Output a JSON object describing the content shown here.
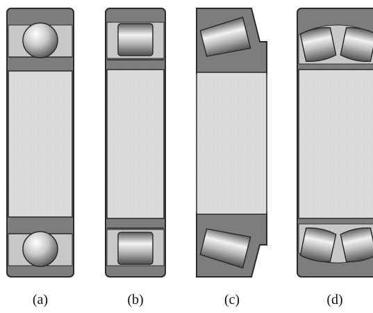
{
  "figure": {
    "panels": [
      {
        "id": "a",
        "label": "(a)",
        "roller_type": "ball"
      },
      {
        "id": "b",
        "label": "(b)",
        "roller_type": "cylindrical"
      },
      {
        "id": "c",
        "label": "(c)",
        "roller_type": "tapered"
      },
      {
        "id": "d",
        "label": "(d)",
        "roller_type": "spherical"
      }
    ],
    "colors": {
      "ring": "#7d7d7d",
      "outline": "#2b2b2b",
      "bore": "#d9d9d9",
      "cage": "#c8c8c8",
      "roller_light": "#f2f2f2",
      "roller_dark": "#6a6a6a"
    }
  }
}
